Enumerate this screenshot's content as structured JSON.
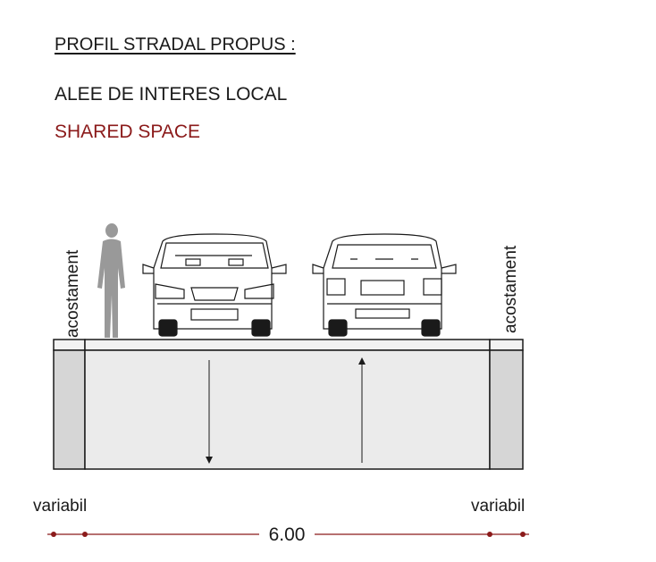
{
  "header": {
    "title": "PROFIL STRADAL PROPUS :",
    "subtitle": "ALEE DE INTERES LOCAL",
    "subtitle_accent": "SHARED SPACE"
  },
  "labels": {
    "left_shoulder": "acostament",
    "right_shoulder": "acostament",
    "left_width": "variabil",
    "right_width": "variabil",
    "total_width": "6.00"
  },
  "colors": {
    "accent": "#8b1a1a",
    "dimension_line": "#8b1a1a",
    "pavement_fill": "#ebebeb",
    "shoulder_fill": "#d6d6d6",
    "person_fill": "#999999",
    "outline": "#1a1a1a"
  }
}
